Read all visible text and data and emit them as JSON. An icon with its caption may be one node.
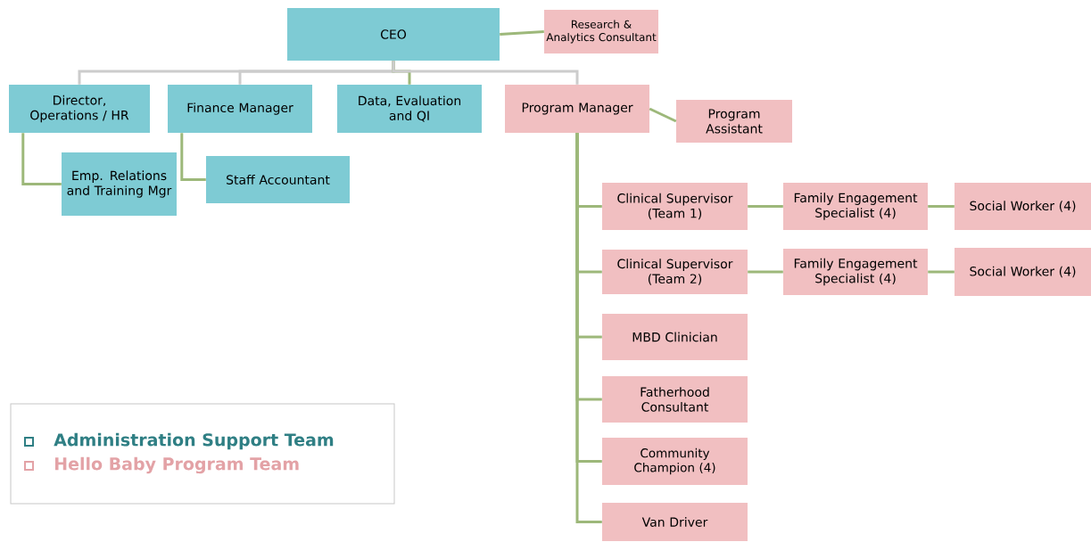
{
  "diagram": {
    "nodes": [
      {
        "text": [
          "CEO"
        ]
      },
      {
        "text": [
          "Research & Analytics Consultant"
        ]
      },
      {
        "text": [
          "Director, Operations / HR"
        ]
      },
      {
        "text": [
          "Finance Manager"
        ]
      },
      {
        "text": [
          "Data, Evaluation and QI"
        ]
      },
      {
        "text": [
          "Program Manager"
        ]
      },
      {
        "text": [
          "Program Assistant"
        ]
      },
      {
        "text": [
          "Emp. Relations and Training Mgr"
        ]
      },
      {
        "text": [
          "Staff Accountant"
        ]
      },
      {
        "text": [
          "Clinical Supervisor (Team 1)"
        ]
      },
      {
        "text": [
          "Family Engagement Specialist (4)"
        ]
      },
      {
        "text": [
          "Social Worker (4)"
        ]
      },
      {
        "text": [
          "Clinical Supervisor (Team 2)"
        ]
      },
      {
        "text": [
          "Family Engagement Specialist (4)"
        ]
      },
      {
        "text": [
          "Social Worker (4)"
        ]
      },
      {
        "text": [
          "MBD Clinician"
        ]
      },
      {
        "text": [
          "Fatherhood Consultant"
        ]
      },
      {
        "text": [
          "Community Champion (4)"
        ]
      },
      {
        "text": [
          "Van Driver"
        ]
      }
    ],
    "edges": [
      {
        "from": 0,
        "to": 1,
        "arrow": "none"
      },
      {
        "from": 0,
        "to": 2,
        "arrow": "none",
        "color": "#cccccc"
      },
      {
        "from": 0,
        "to": 3,
        "arrow": "none",
        "color": "#cccccc"
      },
      {
        "from": 0,
        "to": 4,
        "arrow": "none"
      },
      {
        "from": 0,
        "to": 5,
        "arrow": "none",
        "color": "#cccccc"
      },
      {
        "from": 5,
        "to": 6,
        "arrow": "none"
      },
      {
        "from": 2,
        "to": 7,
        "arrow": "none"
      },
      {
        "from": 3,
        "to": 8,
        "arrow": "none"
      },
      {
        "from": 5,
        "to": 9,
        "arrow": "none"
      },
      {
        "from": 9,
        "to": 10,
        "arrow": "none"
      },
      {
        "from": 10,
        "to": 11,
        "arrow": "none"
      },
      {
        "from": 5,
        "to": 12,
        "arrow": "none"
      },
      {
        "from": 12,
        "to": 13,
        "arrow": "none"
      },
      {
        "from": 13,
        "to": 14,
        "arrow": "none"
      },
      {
        "from": 5,
        "to": 15,
        "arrow": "none"
      },
      {
        "from": 5,
        "to": 16,
        "arrow": "none"
      },
      {
        "from": 5,
        "to": 17,
        "arrow": "none"
      },
      {
        "from": 5,
        "to": 18,
        "arrow": "none"
      }
    ],
    "legend": [
      {
        "text": "Administration Support Team",
        "color": "#2f7f84"
      },
      {
        "text": "Hello Baby Program Team",
        "color": "#e3a2a6"
      }
    ]
  }
}
